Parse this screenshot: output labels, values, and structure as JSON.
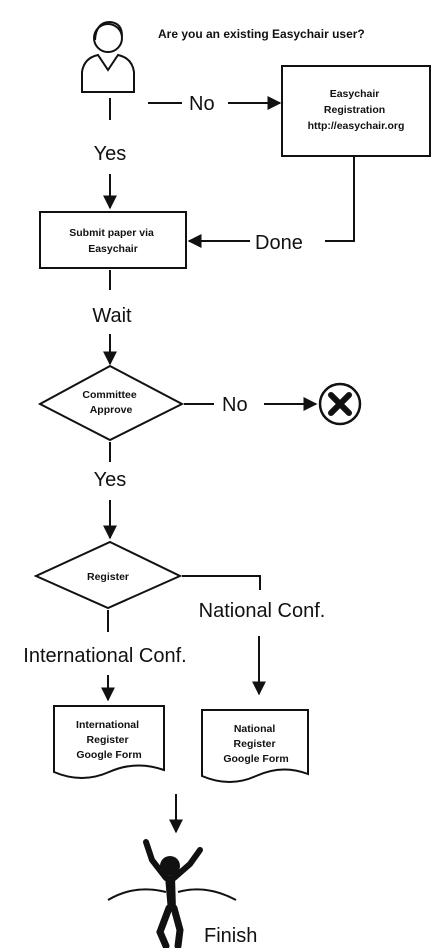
{
  "question": "Are you an existing Easychair user?",
  "edges": {
    "no1": "No",
    "yes1": "Yes",
    "done": "Done",
    "wait": "Wait",
    "no2": "No",
    "yes2": "Yes",
    "national": "National Conf.",
    "international": "International Conf."
  },
  "nodes": {
    "registration": [
      "Easychair",
      "Registration",
      "http://easychair.org"
    ],
    "submit": [
      "Submit paper via",
      "Easychair"
    ],
    "committee": [
      "Committee",
      "Approve"
    ],
    "register": "Register",
    "international_form": [
      "International",
      "Register",
      "Google Form"
    ],
    "national_form": [
      "National",
      "Register",
      "Google Form"
    ],
    "finish": "Finish"
  },
  "icons": {
    "user": "user-icon",
    "reject": "reject-x-icon",
    "finish": "runner-finish-icon"
  }
}
